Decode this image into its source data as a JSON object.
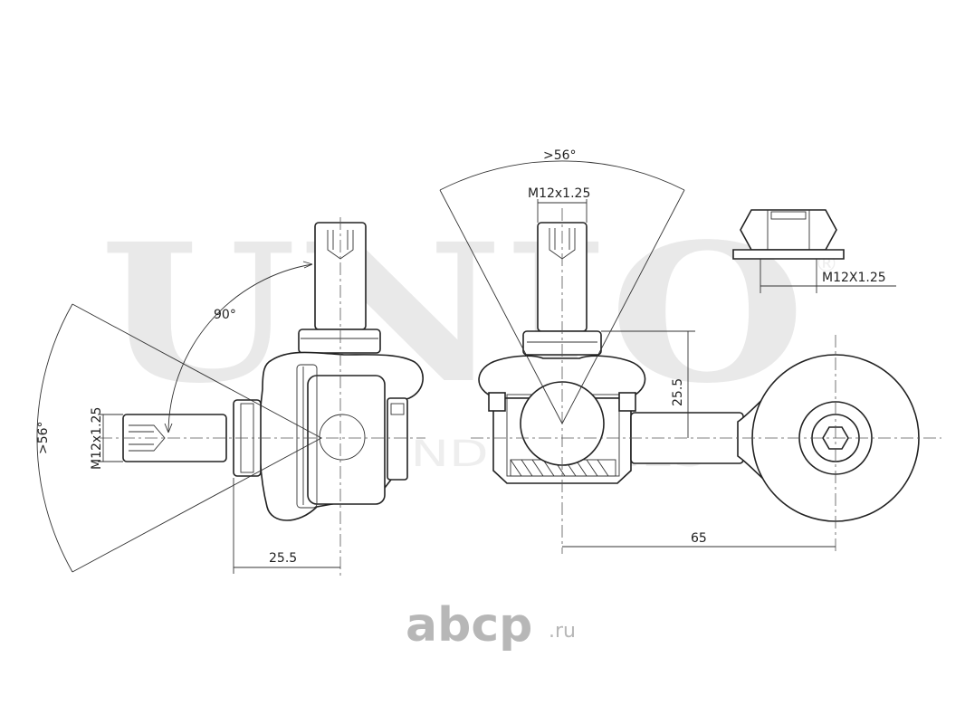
{
  "watermark": {
    "main": "UNIO",
    "registered": "®",
    "sub": "UNEX INDUSTRIES"
  },
  "brand": {
    "name": "abcp",
    "tld": ".ru",
    "color": "#b7b7b7"
  },
  "dimensions": {
    "angle_side": ">56°",
    "angle_right": "90°",
    "thread_side": "M12x1.25",
    "length_side": "25.5",
    "angle_top": ">56°",
    "thread_top": "M12x1.25",
    "height_ball": "25.5",
    "length_center": "65",
    "thread_nut": "M12X1.25"
  }
}
